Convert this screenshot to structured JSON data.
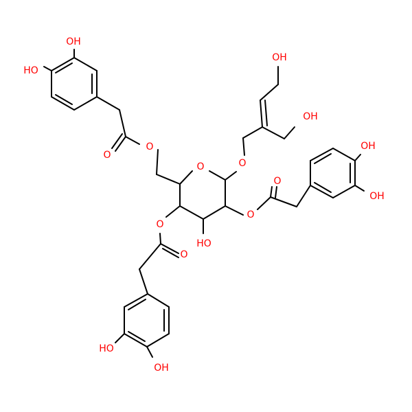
{
  "structure": {
    "atom_labels": [
      "OH",
      "HO",
      "O",
      "O",
      "O",
      "O",
      "HO",
      "OH",
      "O",
      "O",
      "OH",
      "OH",
      "O",
      "O",
      "OH",
      "HO",
      "OH"
    ]
  },
  "colors": {
    "bond": "#000000",
    "oxygen": "#ff0000",
    "background": "#ffffff"
  }
}
